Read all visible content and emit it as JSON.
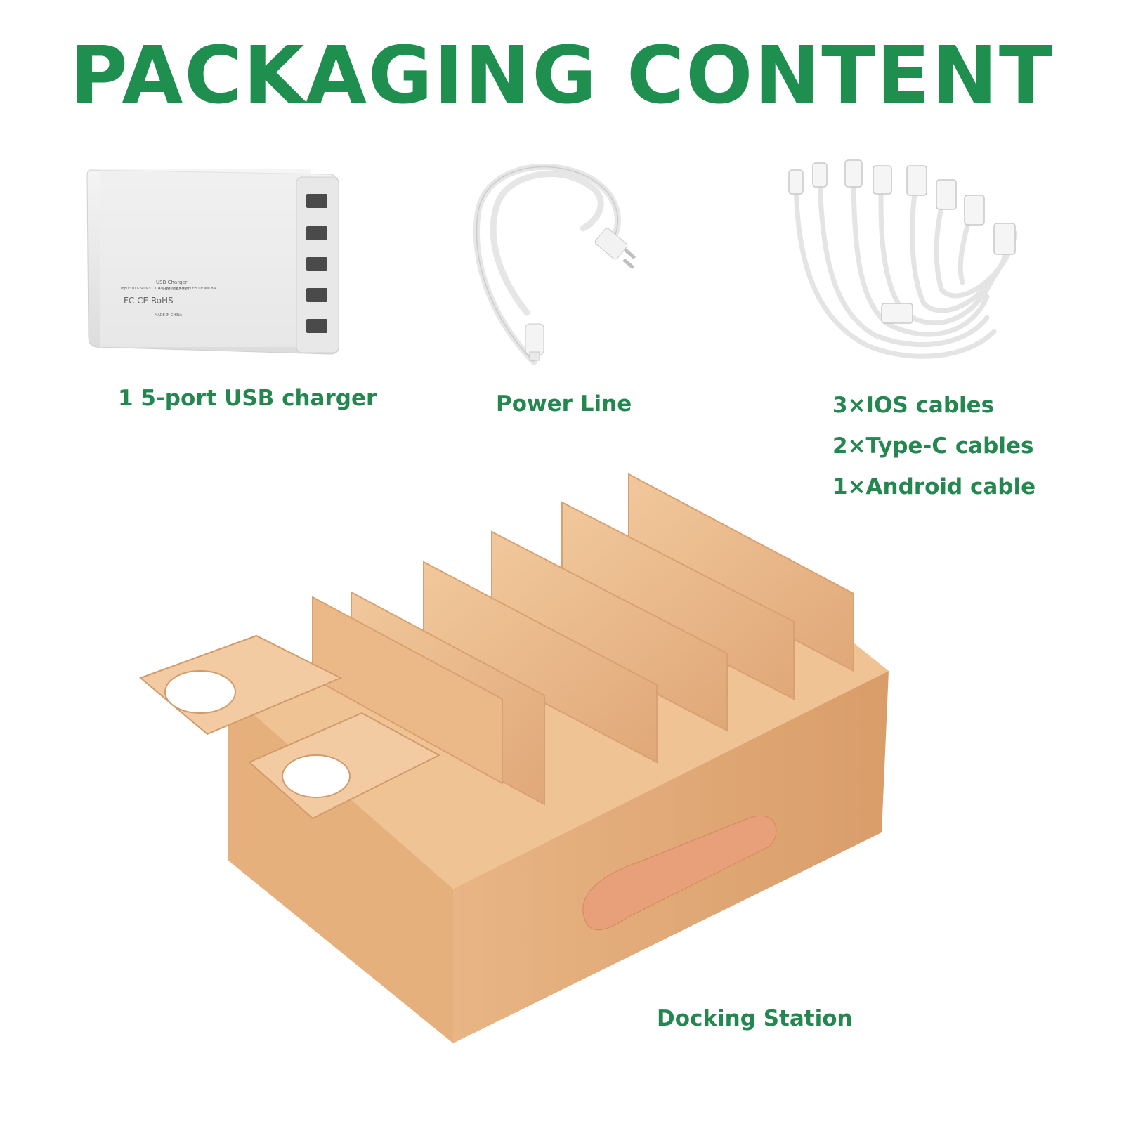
{
  "title": "PACKAGING CONTENT",
  "colors": {
    "title_green": "#1e8f4e",
    "label_green": "#23874f",
    "wood": "#e9b98c"
  },
  "items": [
    {
      "label": "1 5-port USB charger",
      "icon": "usb-charger-icon",
      "device_text": {
        "line1": "USB Charger",
        "line2": "Model:XBX08",
        "line3": "Input:100-240V~1.1 A  50Hz-60Hz   Output:5.0V == 8A",
        "marks": "FC CE RoHS",
        "made": "MADE IN CHINA"
      }
    },
    {
      "label": "Power Line",
      "icon": "power-cord-icon"
    },
    {
      "label_lines": [
        "3×IOS cables",
        "2×Type-C cables",
        "1×Android cable"
      ],
      "icon": "cables-icon"
    },
    {
      "label": "Docking Station",
      "icon": "wooden-dock-icon"
    }
  ]
}
